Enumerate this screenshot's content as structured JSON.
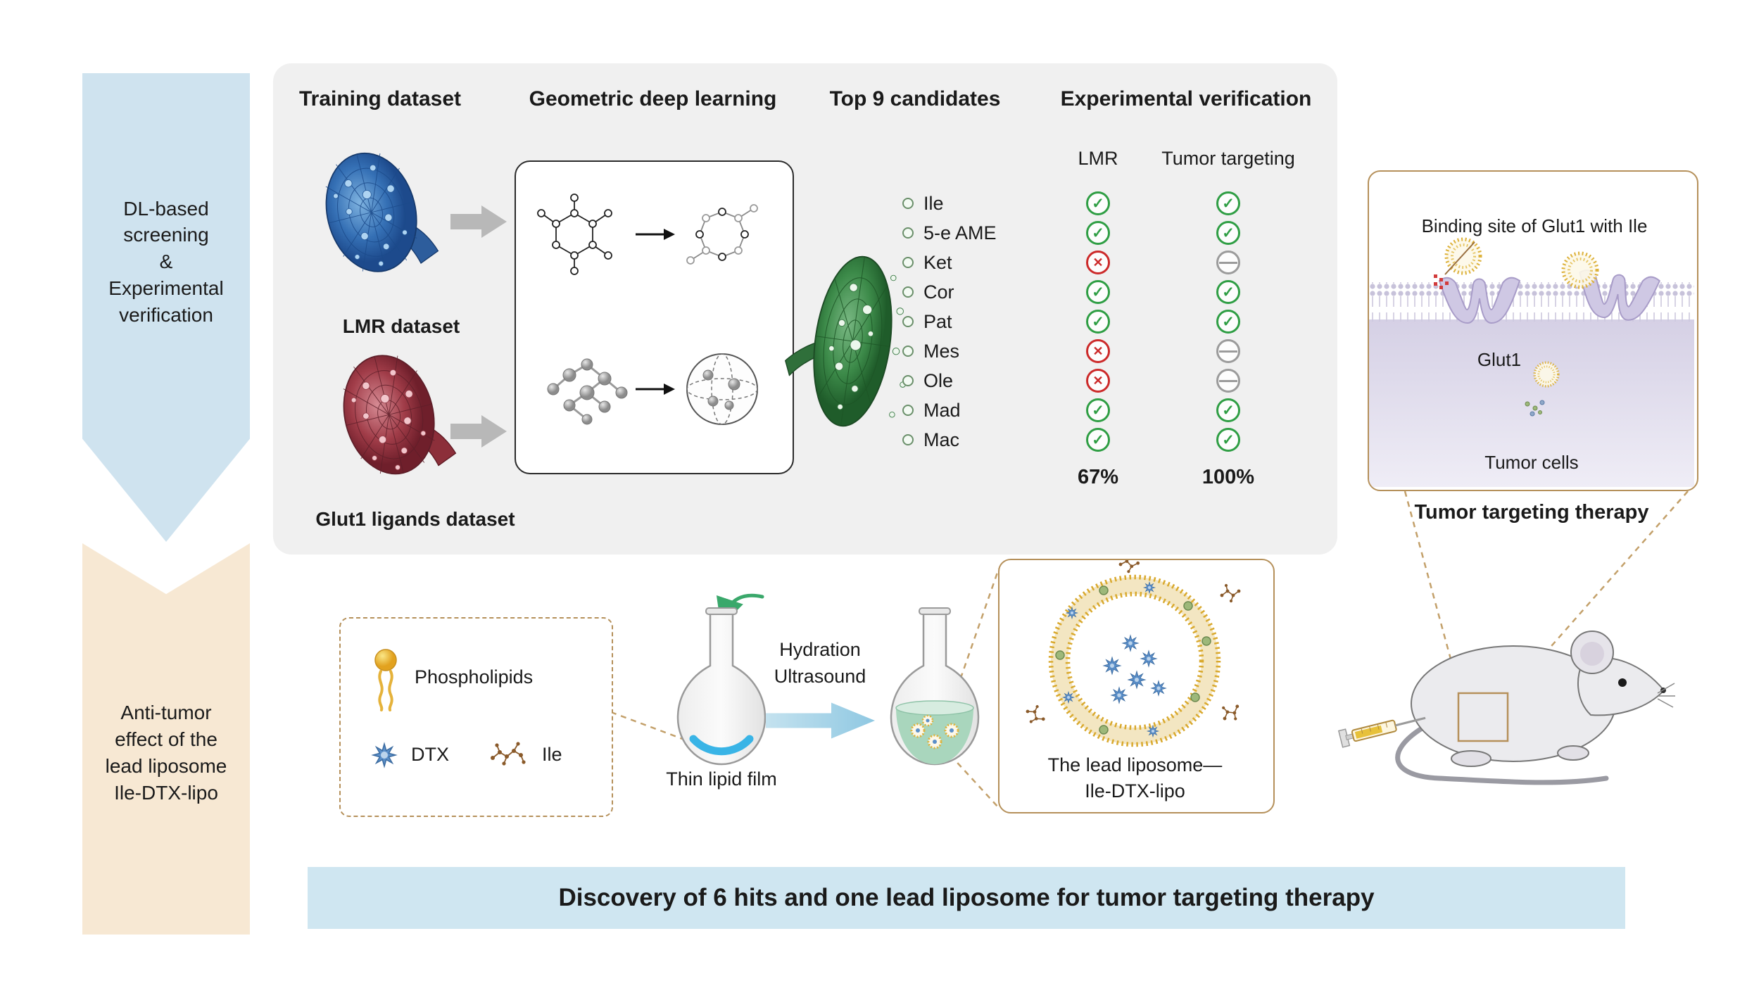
{
  "sidebar": {
    "dl_banner_line1": "DL-based screening",
    "dl_banner_line2": "&",
    "dl_banner_line3": "Experimental verification",
    "antitumor_banner": "Anti-tumor effect of the lead liposome Ile-DTX-lipo"
  },
  "screening_panel": {
    "training": {
      "title": "Training dataset",
      "lmr_label": "LMR dataset",
      "glut1_label": "Glut1 ligands dataset"
    },
    "gdl": {
      "title": "Geometric deep learning"
    },
    "candidates": {
      "title": "Top 9 candidates",
      "items": [
        "Ile",
        "5-e AME",
        "Ket",
        "Cor",
        "Pat",
        "Mes",
        "Ole",
        "Mad",
        "Mac"
      ]
    },
    "verification": {
      "title": "Experimental verification",
      "col_lmr": "LMR",
      "col_tumor": "Tumor targeting",
      "marks": [
        {
          "lmr": "check",
          "tumor": "check"
        },
        {
          "lmr": "check",
          "tumor": "check"
        },
        {
          "lmr": "cross",
          "tumor": "minus"
        },
        {
          "lmr": "check",
          "tumor": "check"
        },
        {
          "lmr": "check",
          "tumor": "check"
        },
        {
          "lmr": "cross",
          "tumor": "minus"
        },
        {
          "lmr": "cross",
          "tumor": "minus"
        },
        {
          "lmr": "check",
          "tumor": "check"
        },
        {
          "lmr": "check",
          "tumor": "check"
        }
      ],
      "lmr_total": "67%",
      "tumor_total": "100%"
    }
  },
  "tumor_panel": {
    "binding_label": "Binding site of Glut1 with Ile",
    "glut1_label": "Glut1",
    "tumor_cells_label": "Tumor cells",
    "caption": "Tumor targeting therapy"
  },
  "workflow": {
    "ingredients": {
      "phospholipids": "Phospholipids",
      "dtx": "DTX",
      "ile": "Ile"
    },
    "flask1_label": "Thin lipid film",
    "process_line1": "Hydration",
    "process_line2": "Ultrasound",
    "liposome_caption_line1": "The lead liposome—",
    "liposome_caption_line2": "Ile-DTX-lipo"
  },
  "footer_banner": "Discovery of 6 hits and one lead liposome for tumor targeting therapy",
  "colors": {
    "sidebar_blue": "#cfe3ef",
    "sidebar_tan": "#f7e8d3",
    "panel_gray": "#f0f0f0",
    "banner_blue": "#cfe6f1",
    "check_green": "#2f9e44",
    "cross_red": "#cc2a2a",
    "minus_gray": "#9b9b9b",
    "tan_border": "#b5905a"
  }
}
